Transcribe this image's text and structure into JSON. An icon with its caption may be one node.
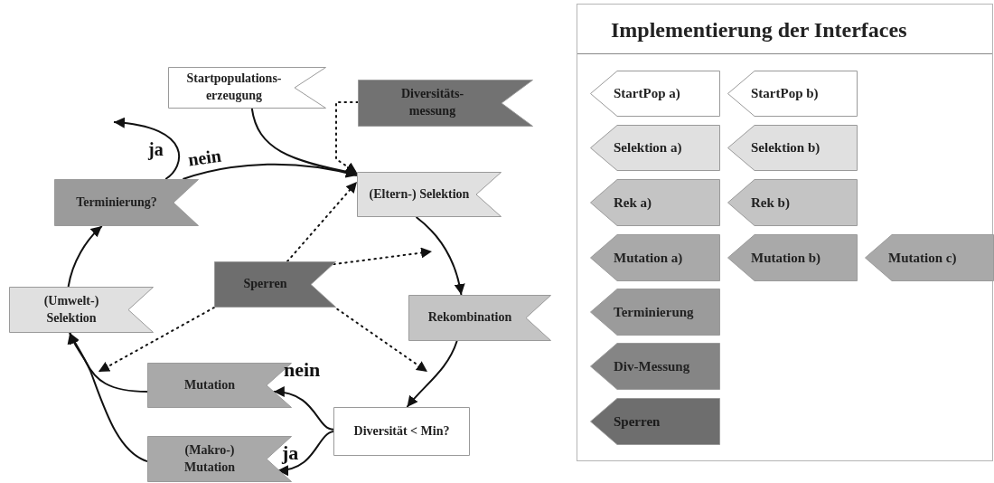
{
  "diagram": {
    "nodes": [
      {
        "text": [
          "Startpopulations-erzeugung"
        ]
      },
      {
        "text": [
          "Diversitäts-messung"
        ]
      },
      {
        "text": [
          "Terminierung?"
        ]
      },
      {
        "text": [
          "(Eltern-) Selektion"
        ]
      },
      {
        "text": [
          "Sperren"
        ]
      },
      {
        "text": [
          "(Umwelt-) Selektion"
        ]
      },
      {
        "text": [
          "Rekombination"
        ]
      },
      {
        "text": [
          "Mutation"
        ]
      },
      {
        "text": [
          "Diversität < Min?"
        ]
      },
      {
        "text": [
          "(Makro-) Mutation"
        ]
      },
      {
        "text": [
          "Implementierung der Interfaces"
        ]
      },
      {
        "text": [
          "StartPop a)"
        ],
        "in": 10
      },
      {
        "text": [
          "StartPop b)"
        ],
        "in": 10
      },
      {
        "text": [
          "Selektion a)"
        ],
        "in": 10
      },
      {
        "text": [
          "Selektion b)"
        ],
        "in": 10
      },
      {
        "text": [
          "Rek a)"
        ],
        "in": 10
      },
      {
        "text": [
          "Rek b)"
        ],
        "in": 10
      },
      {
        "text": [
          "Mutation a)"
        ],
        "in": 10
      },
      {
        "text": [
          "Mutation b)"
        ],
        "in": 10
      },
      {
        "text": [
          "Mutation c)"
        ],
        "in": 10
      },
      {
        "text": [
          "Terminierung"
        ],
        "in": 10
      },
      {
        "text": [
          "Div-Messung"
        ],
        "in": 10
      },
      {
        "text": [
          "Sperren"
        ],
        "in": 10
      }
    ],
    "edges": [
      {
        "from": 0,
        "to": 3,
        "arrow": "to"
      },
      {
        "from": 1,
        "to": 3,
        "arrow": "to",
        "style": "dashed"
      },
      {
        "from": 2,
        "to": 3,
        "arrow": "to",
        "label": "nein"
      },
      {
        "from": 2,
        "to": null,
        "arrow": "to",
        "label": "ja"
      },
      {
        "from": 3,
        "to": 6,
        "arrow": "to"
      },
      {
        "from": 6,
        "to": 8,
        "arrow": "to"
      },
      {
        "from": 8,
        "to": 7,
        "arrow": "to",
        "label": "nein"
      },
      {
        "from": 8,
        "to": 9,
        "arrow": "to",
        "label": "ja"
      },
      {
        "from": 7,
        "to": 5,
        "arrow": "to"
      },
      {
        "from": 9,
        "to": 5,
        "arrow": "to"
      },
      {
        "from": 5,
        "to": 2,
        "arrow": "to"
      },
      {
        "from": 4,
        "to": 3,
        "arrow": "to",
        "style": "dashed"
      },
      {
        "from": 4,
        "to": null,
        "arrow": "to",
        "style": "dashed"
      },
      {
        "from": 4,
        "to": null,
        "arrow": "to",
        "style": "dashed"
      },
      {
        "from": 4,
        "to": null,
        "arrow": "to",
        "style": "dashed"
      }
    ]
  }
}
